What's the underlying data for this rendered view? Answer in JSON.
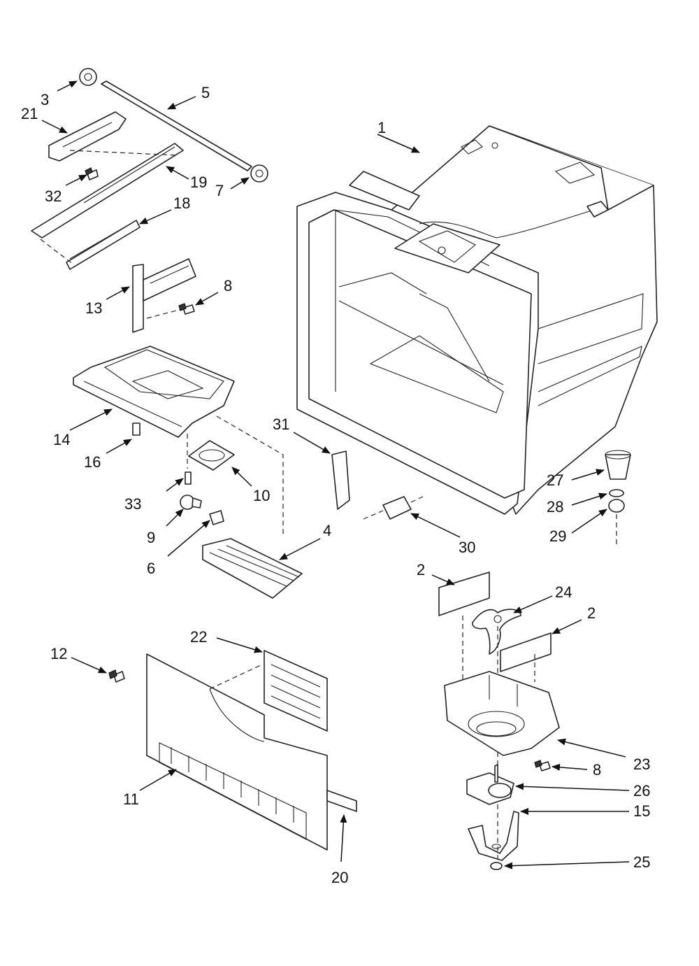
{
  "callouts": {
    "c1": "1",
    "c2a": "2",
    "c2b": "2",
    "c3": "3",
    "c4": "4",
    "c5": "5",
    "c6": "6",
    "c7": "7",
    "c8a": "8",
    "c8b": "8",
    "c9": "9",
    "c10": "10",
    "c11": "11",
    "c12": "12",
    "c13": "13",
    "c14": "14",
    "c15": "15",
    "c16": "16",
    "c18": "18",
    "c19": "19",
    "c20": "20",
    "c21": "21",
    "c22": "22",
    "c23": "23",
    "c24": "24",
    "c25": "25",
    "c26": "26",
    "c27": "27",
    "c28": "28",
    "c29": "29",
    "c30": "30",
    "c31": "31",
    "c32": "32",
    "c33": "33"
  }
}
